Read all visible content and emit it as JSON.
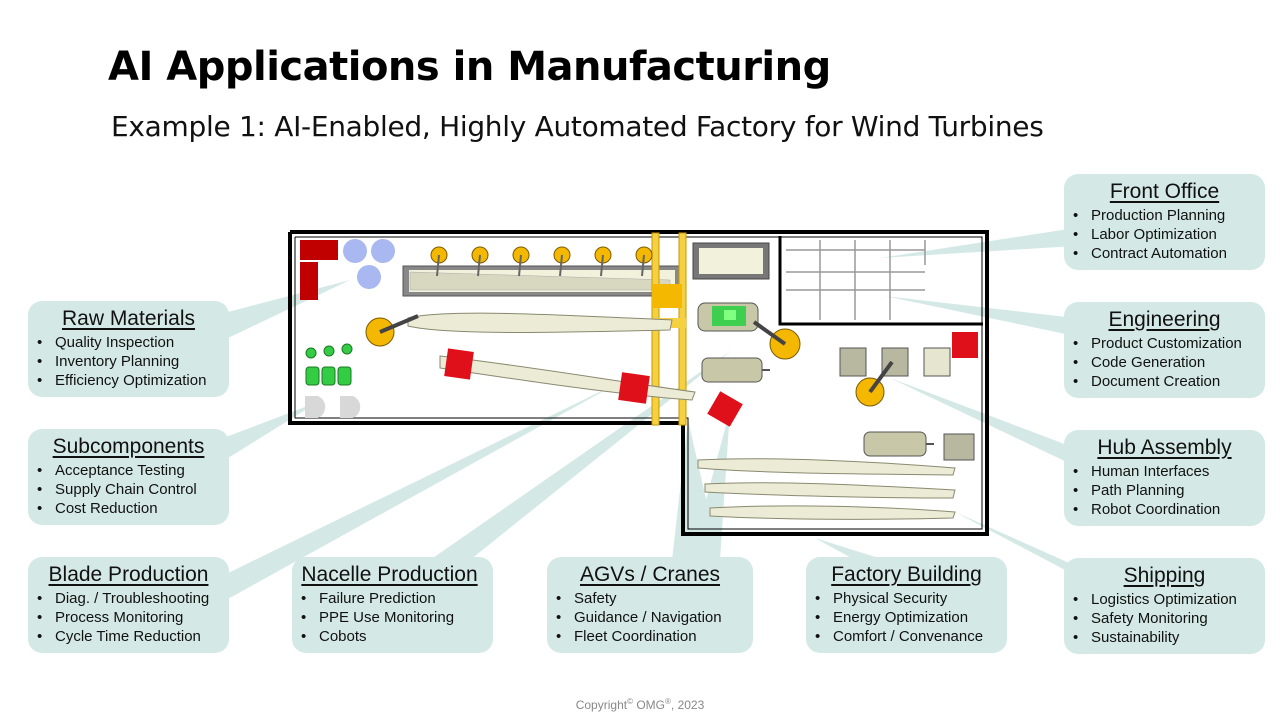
{
  "header": {
    "title": "AI Applications in Manufacturing",
    "subtitle": "Example 1: AI-Enabled, Highly Automated Factory for Wind Turbines"
  },
  "colors": {
    "callout_fill": "#d4e9e6",
    "wall": "#000000",
    "material_red": "#c00000",
    "robot_yellow": "#f5b800",
    "silo_blue": "#a9b8f0",
    "green_parts": "#33cc44",
    "blade_fill": "#ecebd6"
  },
  "callouts": [
    {
      "id": "front-office",
      "title": "Front Office",
      "items": [
        "Production Planning",
        "Labor Optimization",
        "Contract Automation"
      ]
    },
    {
      "id": "raw-materials",
      "title": "Raw Materials",
      "items": [
        "Quality Inspection",
        "Inventory Planning",
        "Efficiency Optimization"
      ]
    },
    {
      "id": "engineering",
      "title": "Engineering",
      "items": [
        "Product Customization",
        "Code Generation",
        "Document Creation"
      ]
    },
    {
      "id": "subcomponents",
      "title": "Subcomponents",
      "items": [
        "Acceptance Testing",
        "Supply Chain Control",
        "Cost Reduction"
      ]
    },
    {
      "id": "hub-assembly",
      "title": "Hub Assembly",
      "items": [
        "Human Interfaces",
        "Path Planning",
        "Robot Coordination"
      ]
    },
    {
      "id": "blade-production",
      "title": "Blade Production",
      "items": [
        "Diag. / Troubleshooting",
        "Process Monitoring",
        "Cycle Time Reduction"
      ]
    },
    {
      "id": "nacelle-production",
      "title": "Nacelle Production",
      "items": [
        "Failure Prediction",
        "PPE Use Monitoring",
        "Cobots"
      ]
    },
    {
      "id": "agvs-cranes",
      "title": "AGVs / Cranes",
      "items": [
        "Safety",
        "Guidance / Navigation",
        "Fleet Coordination"
      ]
    },
    {
      "id": "factory-building",
      "title": "Factory Building",
      "items": [
        "Physical Security",
        "Energy Optimization",
        "Comfort / Convenance"
      ]
    },
    {
      "id": "shipping",
      "title": "Shipping",
      "items": [
        "Logistics Optimization",
        "Safety Monitoring",
        "Sustainability"
      ]
    }
  ],
  "footer": {
    "copyright_word": "Copyright",
    "copyright_sup": "©",
    "org": "OMG",
    "org_sup": "®",
    "year": ", 2023"
  }
}
